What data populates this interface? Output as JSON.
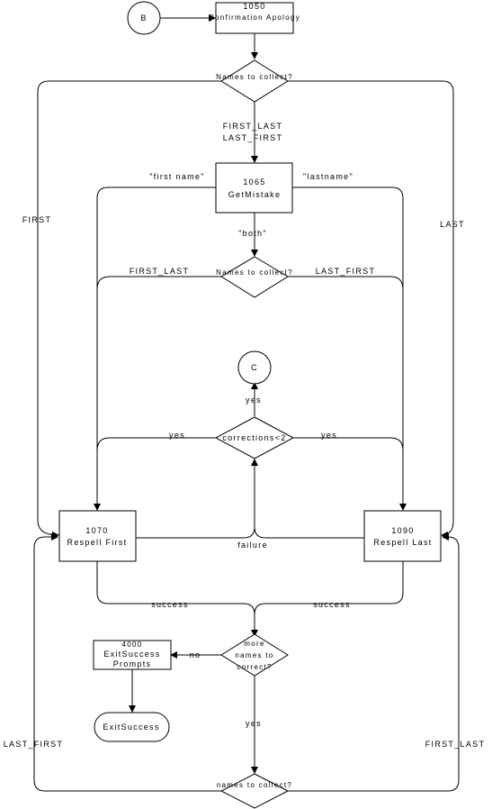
{
  "connectors": {
    "b": "B",
    "c": "C"
  },
  "nodes": {
    "n1050": {
      "id": "1050",
      "label": "Confirmation Apology"
    },
    "d_names1": {
      "label": "Names to collect?"
    },
    "n1065": {
      "id": "1065",
      "label": "GetMistake"
    },
    "d_names2": {
      "label": "Names to collect?"
    },
    "d_corrections": {
      "label": "corrections<2"
    },
    "n1070": {
      "id": "1070",
      "label": "Respell First"
    },
    "n1090": {
      "id": "1090",
      "label": "Respell Last"
    },
    "d_more": {
      "line1": "more",
      "line2": "names to",
      "line3": "correct?"
    },
    "n4000": {
      "id": "4000",
      "line1": "ExitSuccess",
      "line2": "Prompts"
    },
    "exit": {
      "label": "ExitSuccess"
    },
    "d_names3": {
      "label": "names to collect?"
    }
  },
  "edge_labels": {
    "first_last_top": "FIRST_LAST",
    "last_first_top": "LAST_FIRST",
    "first_left": "FIRST",
    "last_right": "LAST",
    "firstname": "\"first name\"",
    "lastname": "\"lastname\"",
    "both": "\"both\"",
    "first_last_mid": "FIRST_LAST",
    "last_first_mid": "LAST_FIRST",
    "yes_c": "yes",
    "yes_left": "yes",
    "yes_right": "yes",
    "failure": "failure",
    "success_left": "success",
    "success_right": "success",
    "no": "no",
    "yes_down": "yes",
    "last_first_bottom": "LAST_FIRST",
    "first_last_bottom": "FIRST_LAST"
  }
}
